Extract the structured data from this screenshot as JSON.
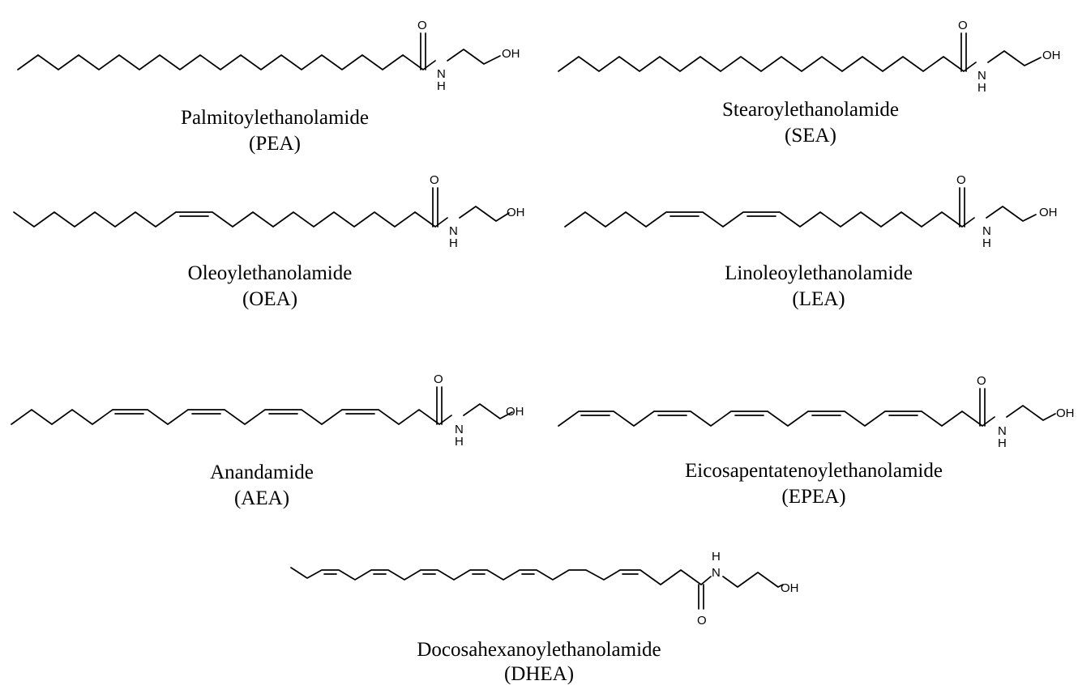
{
  "molecules": [
    {
      "id": "pea",
      "name": "Palmitoylethanolamide",
      "abbr": "(PEA)",
      "atoms": {
        "oxygen": "O",
        "nitrogen": "N",
        "hydrogen": "H",
        "hydroxyl": "OH"
      }
    },
    {
      "id": "sea",
      "name": "Stearoylethanolamide",
      "abbr": "(SEA)",
      "atoms": {
        "oxygen": "O",
        "nitrogen": "N",
        "hydrogen": "H",
        "hydroxyl": "OH"
      }
    },
    {
      "id": "oea",
      "name": "Oleoylethanolamide",
      "abbr": "(OEA)",
      "atoms": {
        "oxygen": "O",
        "nitrogen": "N",
        "hydrogen": "H",
        "hydroxyl": "OH"
      }
    },
    {
      "id": "lea",
      "name": "Linoleoylethanolamide",
      "abbr": "(LEA)",
      "atoms": {
        "oxygen": "O",
        "nitrogen": "N",
        "hydrogen": "H",
        "hydroxyl": "OH"
      }
    },
    {
      "id": "aea",
      "name": "Anandamide",
      "abbr": "(AEA)",
      "atoms": {
        "oxygen": "O",
        "nitrogen": "N",
        "hydrogen": "H",
        "hydroxyl": "OH"
      }
    },
    {
      "id": "epea",
      "name": "Eicosapentatenoylethanolamide",
      "abbr": "(EPEA)",
      "atoms": {
        "oxygen": "O",
        "nitrogen": "N",
        "hydrogen": "H",
        "hydroxyl": "OH"
      }
    },
    {
      "id": "dhea",
      "name": "Docosahexanoylethanolamide",
      "abbr": "(DHEA)",
      "atoms": {
        "oxygen": "O",
        "nitrogen": "N",
        "hydrogen": "H",
        "hydroxyl": "OH"
      }
    }
  ]
}
